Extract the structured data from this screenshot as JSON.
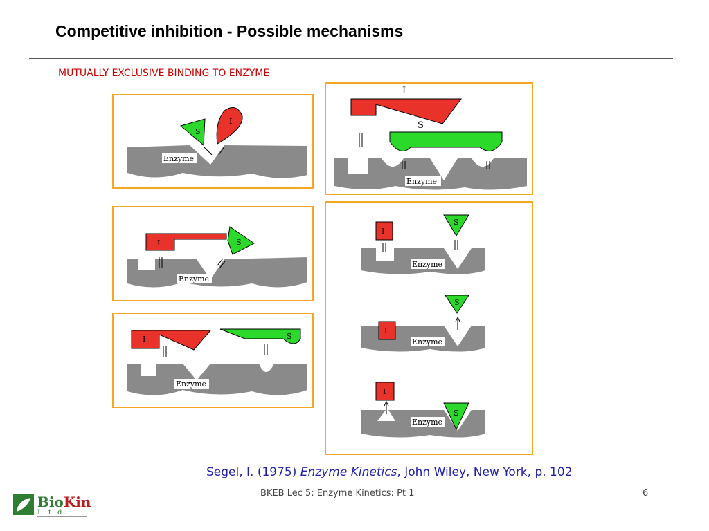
{
  "slide": {
    "title": "Competitive inhibition - Possible mechanisms",
    "subtitle": "MUTUALLY EXCLUSIVE BINDING TO ENZYME",
    "citation_pre": "Segel, I. (1975) ",
    "citation_italic": "Enzyme Kinetics",
    "citation_post": ", John Wiley, New York, p. 102",
    "footer": "BKEB Lec 5: Enzyme Kinetics: Pt 1",
    "page_number": "6"
  },
  "labels": {
    "enzyme": "Enzyme",
    "inhibitor": "I",
    "substrate": "S"
  },
  "logo": {
    "bio": "Bio",
    "kin": "Kin",
    "ltd": "L t d."
  },
  "colors": {
    "inhibitor": "#e8322a",
    "substrate": "#2bd92b",
    "enzyme": "#8a8a8a",
    "panel_border": "#f5a623",
    "subtitle": "#cc0000",
    "citation": "#1f1fa8"
  }
}
